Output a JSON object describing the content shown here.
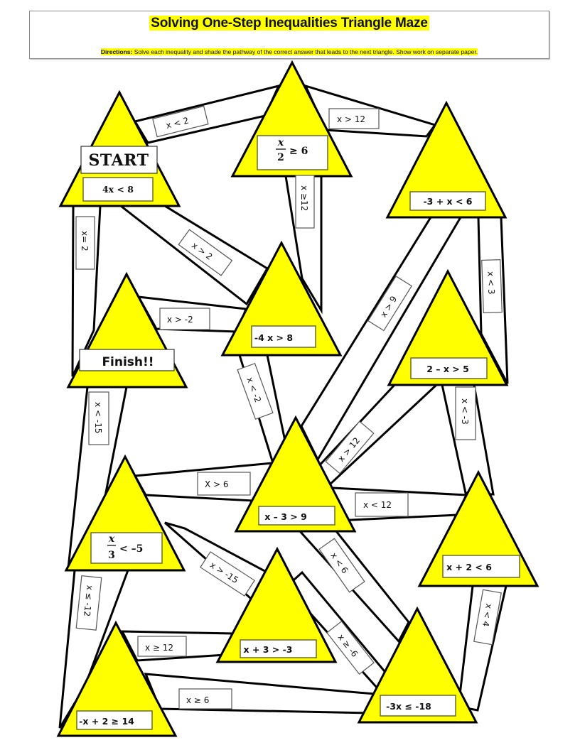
{
  "header": {
    "title": "Solving One-Step Inequalities Triangle Maze",
    "directions_label": "Directions:",
    "directions_text": "  Solve each inequality and shade the pathway of the correct answer that leads to the next triangle.  Show work on separate paper."
  },
  "colors": {
    "triangle_fill": "#ffff00",
    "outline": "#000000",
    "highlight": "#ffff00"
  },
  "triangles": {
    "start": {
      "badge": "START",
      "equation": "4x < 8"
    },
    "t_x_over_2": {
      "numerator": "x",
      "denominator": "2",
      "relation": "≥ 6"
    },
    "t_minus3_plus_x": {
      "equation": "-3 + x < 6"
    },
    "t_minus4x": {
      "equation": "-4 x > 8"
    },
    "finish": {
      "badge": "Finish!!"
    },
    "t_2_minus_x": {
      "equation": "2 – x > 5"
    },
    "t_x_minus_3": {
      "equation": "x – 3 > 9"
    },
    "t_x_over_3": {
      "numerator": "x",
      "denominator": "3",
      "relation": "< –5"
    },
    "t_x_plus_2": {
      "equation": "x + 2 < 6"
    },
    "t_x_plus_3": {
      "equation": "x + 3 > -3"
    },
    "t_minus3x": {
      "equation": "-3x ≤ -18"
    },
    "t_minus_x_plus_2": {
      "equation": "-x + 2 ≥ 14"
    }
  },
  "paths": {
    "start_to_x2": "x < 2",
    "x2_to_m3x": "x > 12",
    "x2_down": "x ≥12",
    "start_down": "x= 2",
    "start_to_m4x": "x > 2",
    "finish_to_m4x": "x > -2",
    "m3x_to_center": "x > 9",
    "m3x_right": "x < 3",
    "m4x_down": "x < -2",
    "finish_down": "x < -15",
    "twox_down": "x < -3",
    "center_to_twox": "x > 12",
    "x3_to_center": "X > 6",
    "center_to_xp2": "x < 12",
    "center_down": "x < 6",
    "x3_to_xp3": "x > -15",
    "x3_down": "x ≤ -12",
    "xp2_down": "x < 4",
    "mx2_to_xp3": "x ≥ 12",
    "xp3_to_m3x": "x ≥ -6",
    "mx2_to_m3x": "x ≥ 6"
  }
}
